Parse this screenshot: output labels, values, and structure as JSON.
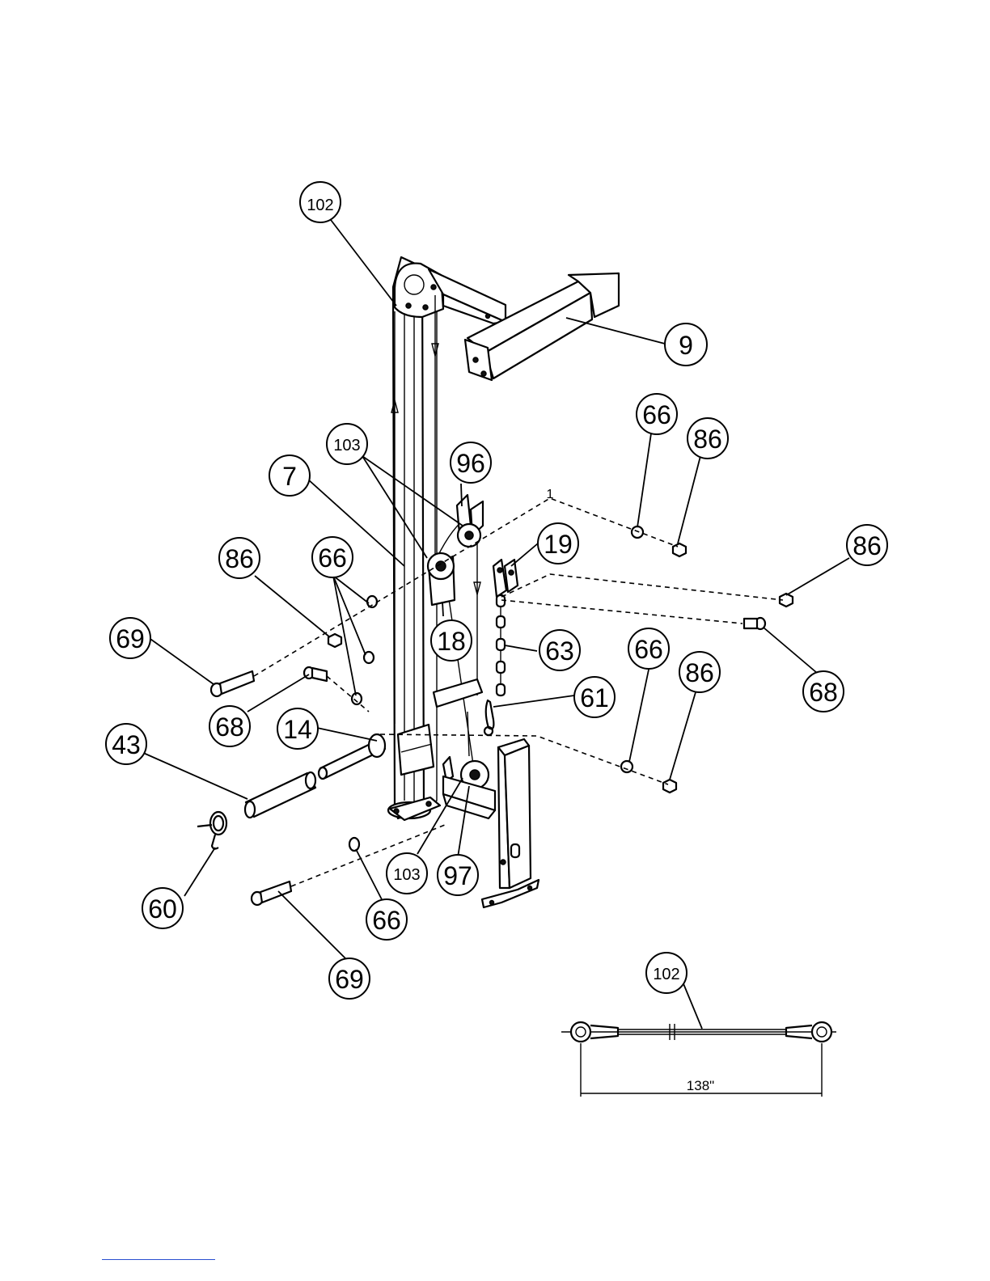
{
  "labels": {
    "l102_top": "102",
    "l9": "9",
    "l66_a": "66",
    "l86_a": "86",
    "l103_top": "103",
    "l96": "96",
    "l7": "7",
    "l19": "19",
    "l86_b": "86",
    "l86_c": "86",
    "l66_b": "66",
    "l69_a": "69",
    "l18": "18",
    "l63": "63",
    "l66_c": "66",
    "l86_d": "86",
    "l68_a": "68",
    "l61": "61",
    "l68_b": "68",
    "l14": "14",
    "l43": "43",
    "l103_bot": "103",
    "l97": "97",
    "l60": "60",
    "l66_d": "66",
    "l69_b": "69",
    "l102_detail": "102",
    "l1": "1"
  },
  "cable_detail": {
    "length": "138\""
  }
}
